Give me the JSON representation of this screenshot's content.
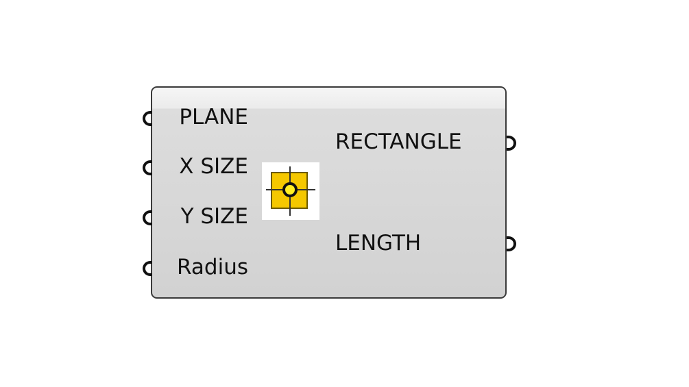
{
  "component": {
    "inputs": [
      {
        "label": "PLANE"
      },
      {
        "label": "X SIZE"
      },
      {
        "label": "Y SIZE"
      },
      {
        "label": "Radius"
      }
    ],
    "outputs": [
      {
        "label": "RECTANGLE"
      },
      {
        "label": "LENGTH"
      }
    ],
    "icon": "rectangle-with-center-point-icon",
    "icon_color": "#f5c800"
  }
}
